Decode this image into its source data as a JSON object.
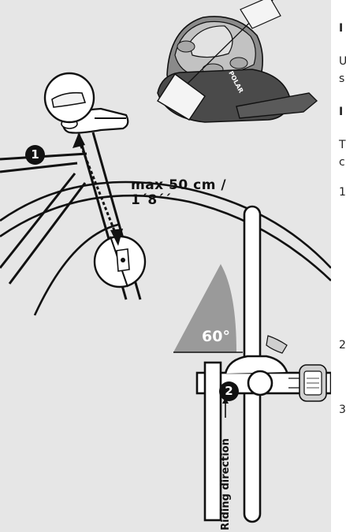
{
  "labels": {
    "max_distance": "max 50 cm / 1´8´´",
    "angle": "60°",
    "riding_direction": "Riding direction",
    "step_1": "1",
    "step_2": "2",
    "brand": "POLAR"
  },
  "side_text": {
    "heading_1": "I",
    "line_1": "U",
    "line_2": "s",
    "heading_2": "I",
    "line_3": "T",
    "line_4": "c",
    "step_1": "1",
    "step_2": "2",
    "step_3": "3"
  },
  "colors": {
    "panel": "#e6e6e6",
    "line": "#111111",
    "angle_wedge": "#9a9a9a"
  }
}
